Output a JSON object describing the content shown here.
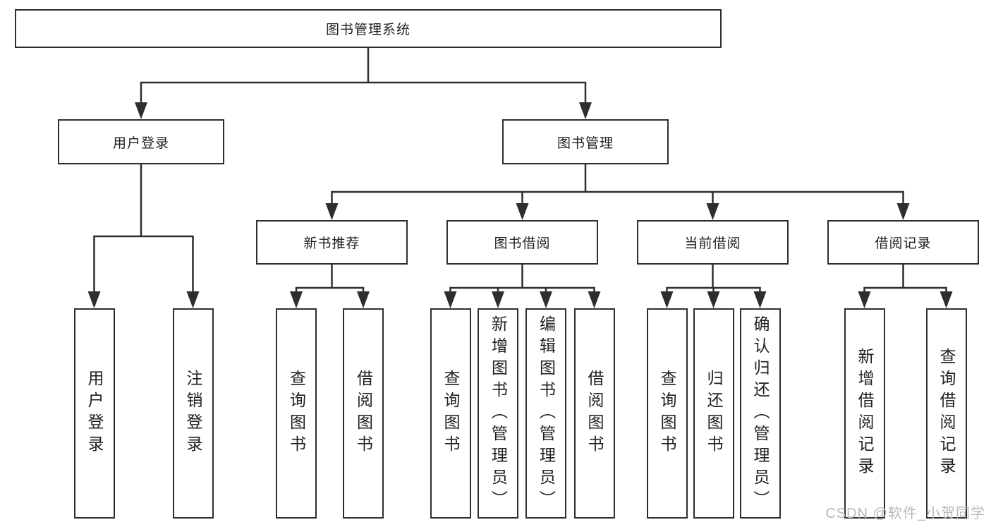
{
  "tree": {
    "label": "图书管理系统",
    "children": [
      {
        "label": "用户登录",
        "children": [
          {
            "label": "用户登录"
          },
          {
            "label": "注销登录"
          }
        ]
      },
      {
        "label": "图书管理",
        "children": [
          {
            "label": "新书推荐",
            "children": [
              {
                "label": "查询图书"
              },
              {
                "label": "借阅图书"
              }
            ]
          },
          {
            "label": "图书借阅",
            "children": [
              {
                "label": "查询图书"
              },
              {
                "label": "新增图书（管理员）"
              },
              {
                "label": "编辑图书（管理员）"
              },
              {
                "label": "借阅图书"
              }
            ]
          },
          {
            "label": "当前借阅",
            "children": [
              {
                "label": "查询图书"
              },
              {
                "label": "归还图书"
              },
              {
                "label": "确认归还（管理员）"
              }
            ]
          },
          {
            "label": "借阅记录",
            "children": [
              {
                "label": "新增借阅记录"
              },
              {
                "label": "查询借阅记录"
              }
            ]
          }
        ]
      }
    ]
  },
  "colors": {
    "line": "#2e2e2e",
    "text": "#1f1f1f",
    "watermark_gray": "#b9b9b9",
    "background": "#ffffff"
  },
  "watermark": "CSDN @软件_小贺同学"
}
